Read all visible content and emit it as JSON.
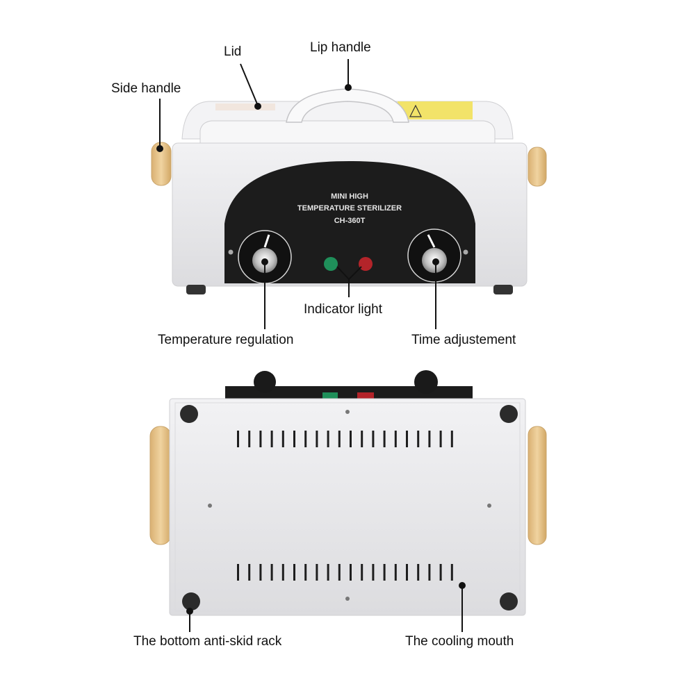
{
  "callouts": {
    "lid": "Lid",
    "lip_handle": "Lip handle",
    "side_handle": "Side handle",
    "indicator_light": "Indicator light",
    "temperature_regulation": "Temperature regulation",
    "time_adjustment": "Time adjustement",
    "anti_skid_rack": "The bottom anti-skid rack",
    "cooling_mouth": "The cooling mouth"
  },
  "device_panel": {
    "line1": "MINI HIGH",
    "line2": "TEMPERATURE STERILIZER",
    "model": "CH-360T"
  },
  "colors": {
    "body": "#e9e9eb",
    "panel": "#1c1c1c",
    "wood": "#e7c58d",
    "indicator_green": "#1f8f5a",
    "indicator_red": "#b3242a"
  }
}
